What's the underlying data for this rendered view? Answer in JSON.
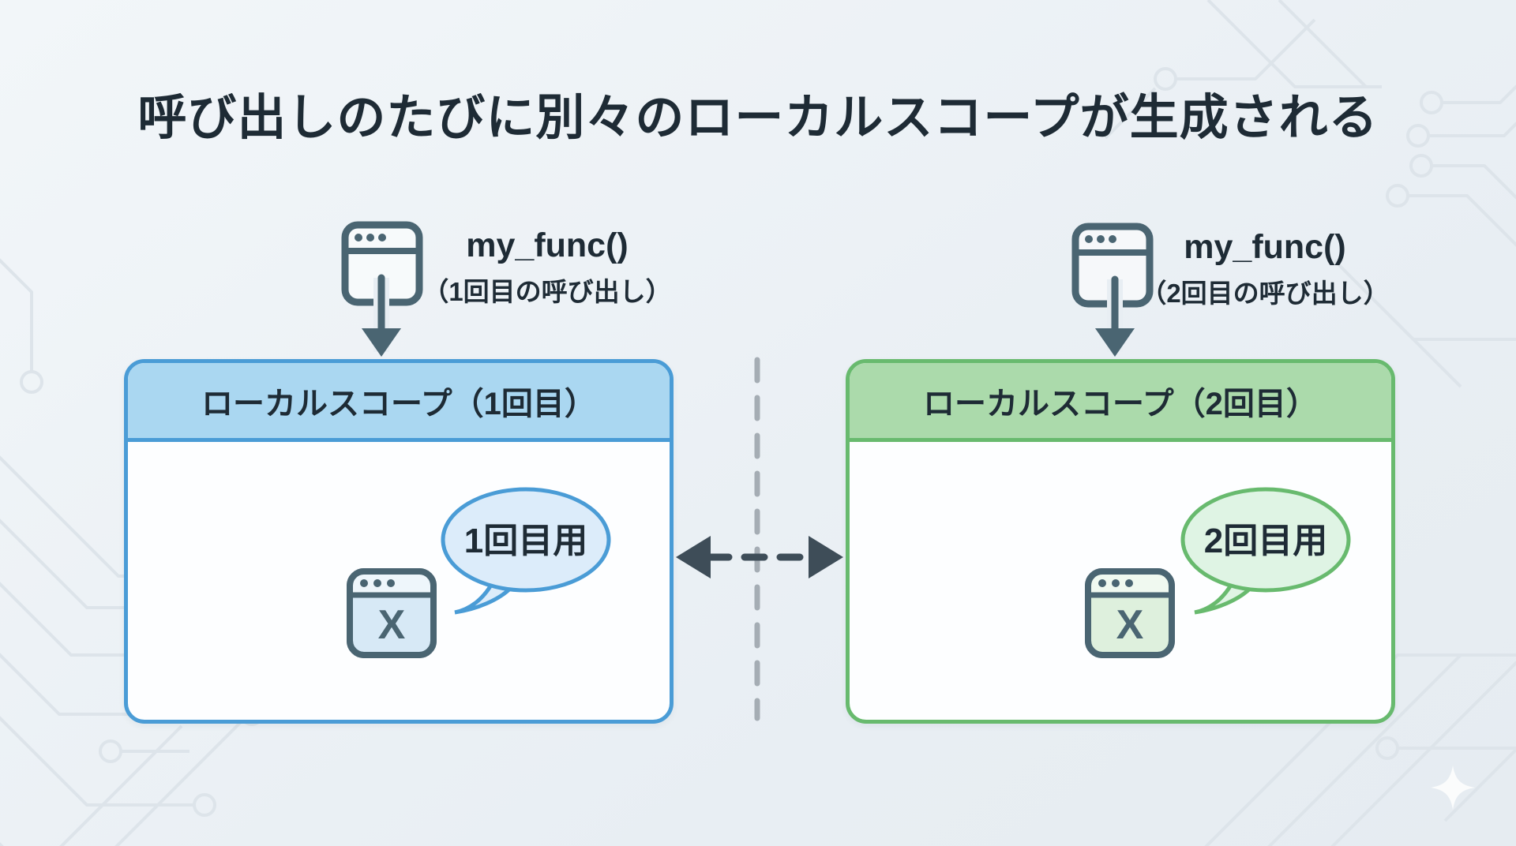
{
  "title": "呼び出しのたびに別々のローカルスコープが生成される",
  "calls": [
    {
      "func_label": "my_func()",
      "call_note": "（1回目の呼び出し）"
    },
    {
      "func_label": "my_func()",
      "call_note": "（2回目の呼び出し）"
    }
  ],
  "scopes": [
    {
      "header": "ローカルスコープ（1回目）",
      "bubble_label": "1回目用",
      "variable_name": "X"
    },
    {
      "header": "ローカルスコープ（2回目）",
      "bubble_label": "2回目用",
      "variable_name": "X"
    }
  ],
  "icons": {
    "call_window": "window-icon",
    "variable_window": "variable-window-icon",
    "down_arrow": "down-arrow-icon",
    "bidirectional_arrow": "bidirectional-arrow-icon",
    "divider": "dashed-divider",
    "sparkle": "sparkle-icon"
  },
  "colors": {
    "ink": "#1e2b35",
    "slate": "#4a6572",
    "blue_border": "#4a9cd6",
    "blue_header": "#aad7f1",
    "blue_bubble": "#dcecfa",
    "blue_window": "#d7e9f6",
    "green_border": "#68ba6e",
    "green_header": "#abdaab",
    "green_bubble": "#dff4e4",
    "green_window": "#def0dd",
    "dash_gray": "#a5adb4",
    "arrow_dark": "#3e4d58",
    "bg_1": "#f2f6f9",
    "bg_2": "#e8eef3",
    "circuit": "#dde4ea",
    "box_body": "#fdfeff"
  }
}
